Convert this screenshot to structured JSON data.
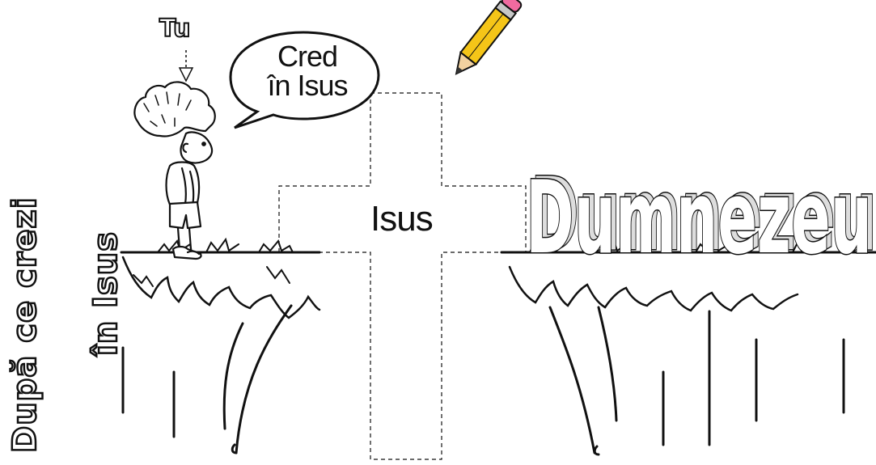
{
  "labels": {
    "you": "Tu",
    "speech": [
      "Cred",
      "în Isus"
    ],
    "cross": "Isus",
    "god": "Dumnezeu",
    "side_line1": "După ce crezi",
    "side_line2": "în Isus"
  },
  "colors": {
    "ink": "#111111",
    "paper": "#ffffff",
    "pencil_body": "#f5c518",
    "pencil_eraser": "#f06aa0",
    "pencil_band": "#c7c7c7",
    "pencil_wood": "#f2d2a0"
  },
  "icons": [
    "boy-figure",
    "speech-bubble",
    "pencil-icon",
    "down-arrow-icon",
    "cross-cutout",
    "left-cliff",
    "right-cliff"
  ]
}
